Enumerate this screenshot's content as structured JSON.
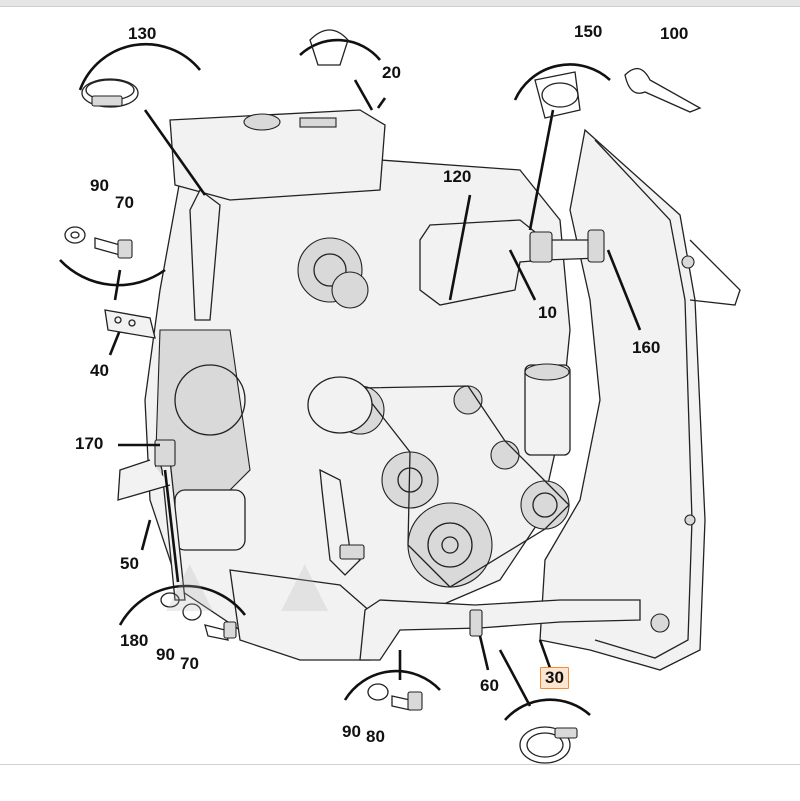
{
  "diagram": {
    "callouts": [
      {
        "id": "c130a",
        "text": "130"
      },
      {
        "id": "c20",
        "text": "20"
      },
      {
        "id": "c150",
        "text": "150"
      },
      {
        "id": "c100",
        "text": "100"
      },
      {
        "id": "c90a",
        "text": "90"
      },
      {
        "id": "c70a",
        "text": "70"
      },
      {
        "id": "c120",
        "text": "120"
      },
      {
        "id": "c10",
        "text": "10"
      },
      {
        "id": "c160",
        "text": "160"
      },
      {
        "id": "c40",
        "text": "40"
      },
      {
        "id": "c170",
        "text": "170"
      },
      {
        "id": "c50",
        "text": "50"
      },
      {
        "id": "c180",
        "text": "180"
      },
      {
        "id": "c90b",
        "text": "90"
      },
      {
        "id": "c70b",
        "text": "70"
      },
      {
        "id": "c60",
        "text": "60"
      },
      {
        "id": "c30",
        "text": "30"
      },
      {
        "id": "c90c",
        "text": "90"
      },
      {
        "id": "c80",
        "text": "80"
      }
    ],
    "selected_callout": "30",
    "highlight_color": "#f08c3a"
  }
}
